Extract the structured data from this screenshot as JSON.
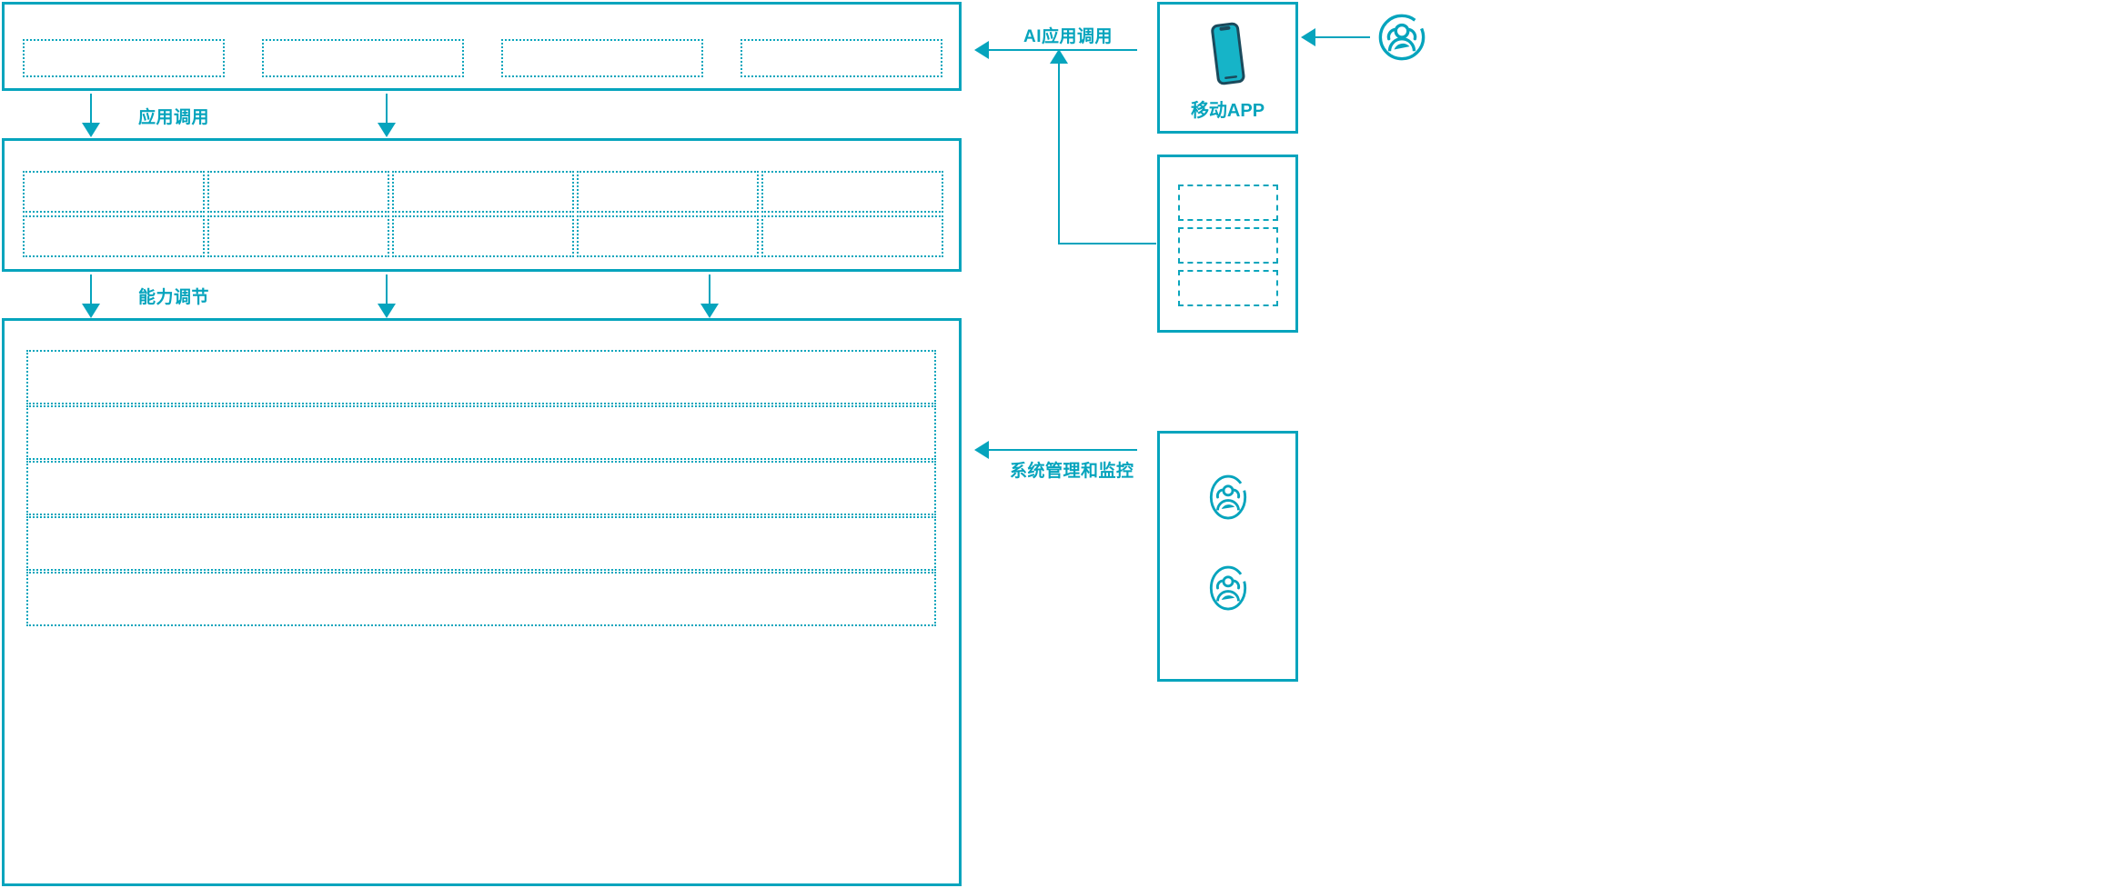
{
  "theme": {
    "accent": "#06A4BD",
    "accent_light": "#0AA5BC",
    "phone_body": "#16b4c8",
    "phone_outline": "#1b4a5c",
    "background": "#ffffff"
  },
  "connectors": [
    {
      "id": "app-call",
      "label": "应用调用",
      "direction": "down"
    },
    {
      "id": "capability-call",
      "label": "能力调节",
      "direction": "down"
    },
    {
      "id": "ai-app-call",
      "label": "AI应用调用",
      "direction": "left"
    },
    {
      "id": "sys-monitor",
      "label": "系统管理和监控",
      "direction": "left"
    }
  ],
  "panels": {
    "application_layer": {
      "name": "application-layer-panel",
      "slots": [
        {
          "id": "app-slot-1"
        },
        {
          "id": "app-slot-2"
        },
        {
          "id": "app-slot-3"
        },
        {
          "id": "app-slot-4"
        }
      ]
    },
    "capability_layer": {
      "name": "capability-layer-panel",
      "slots": [
        {
          "id": "cap-slot-r1c1"
        },
        {
          "id": "cap-slot-r1c2"
        },
        {
          "id": "cap-slot-r1c3"
        },
        {
          "id": "cap-slot-r1c4"
        },
        {
          "id": "cap-slot-r1c5"
        },
        {
          "id": "cap-slot-r2c1"
        },
        {
          "id": "cap-slot-r2c2"
        },
        {
          "id": "cap-slot-r2c3"
        },
        {
          "id": "cap-slot-r2c4"
        },
        {
          "id": "cap-slot-r2c5"
        }
      ]
    },
    "platform_layer": {
      "name": "platform-layer-panel",
      "slots": [
        {
          "id": "platform-row-1"
        },
        {
          "id": "platform-row-2"
        },
        {
          "id": "platform-row-3"
        },
        {
          "id": "platform-row-4"
        },
        {
          "id": "platform-row-5"
        }
      ]
    }
  },
  "side_cards": {
    "mobile_app": {
      "name": "mobile-app-card",
      "label": "移动APP",
      "icon": "smartphone-icon"
    },
    "channel_card": {
      "name": "channel-card",
      "slots": [
        {
          "id": "channel-slot-1"
        },
        {
          "id": "channel-slot-2"
        },
        {
          "id": "channel-slot-3"
        }
      ]
    },
    "operations_card": {
      "name": "operations-card",
      "icons": [
        {
          "id": "ops-users-icon-1",
          "icon": "users-group-icon"
        },
        {
          "id": "ops-users-icon-2",
          "icon": "users-group-icon"
        }
      ]
    },
    "end_user": {
      "name": "end-user-actor",
      "icon": "users-group-icon"
    }
  }
}
